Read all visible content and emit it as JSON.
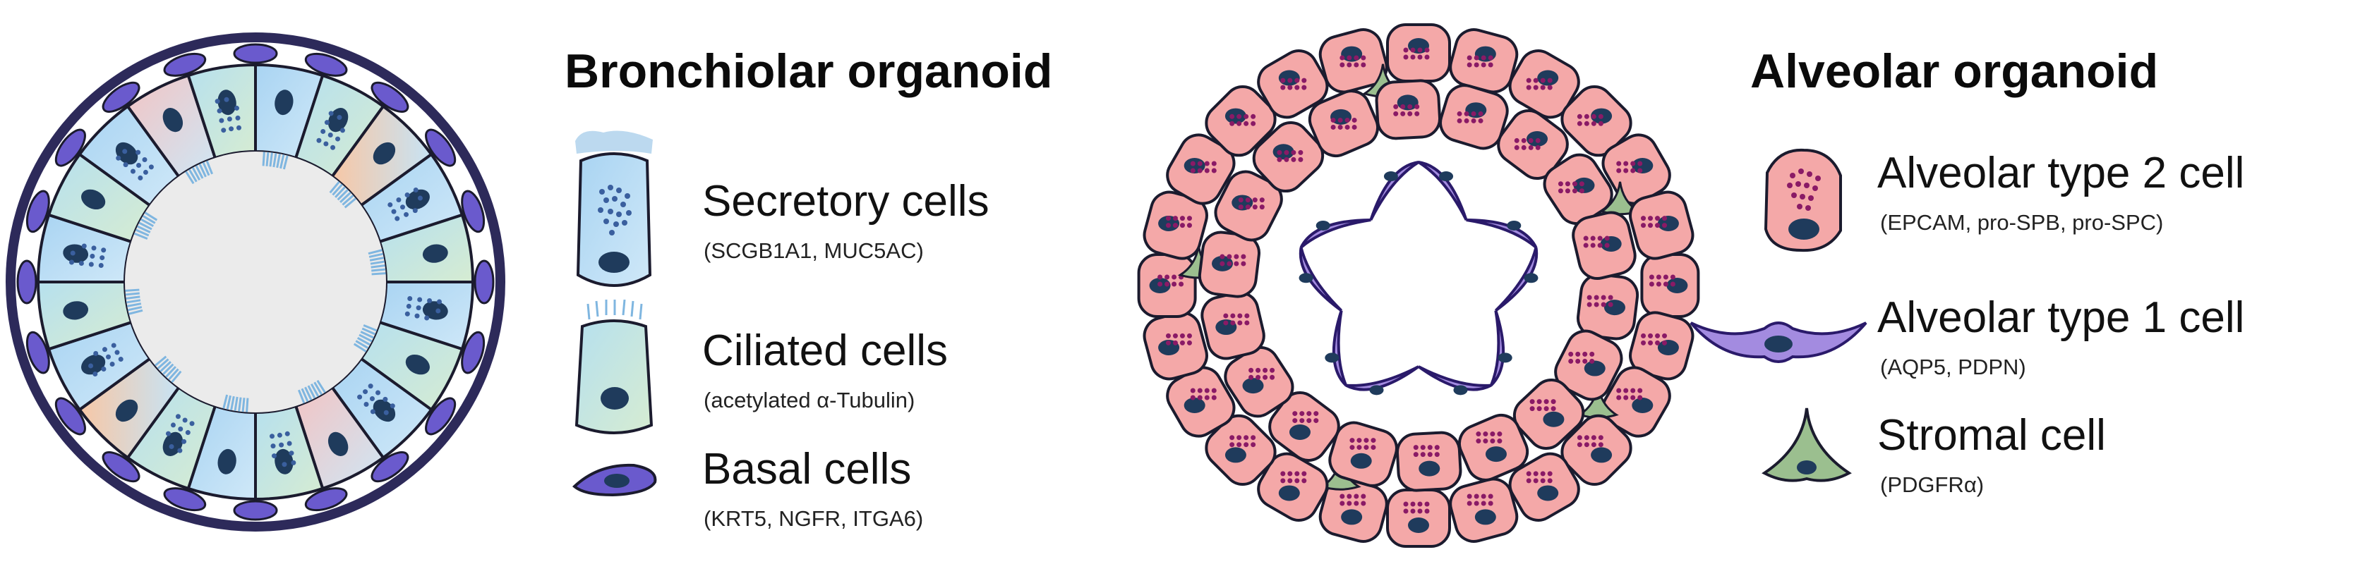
{
  "bronchiolar": {
    "title": "Bronchiolar organoid",
    "items": [
      {
        "name": "Secretory cells",
        "markers": "(SCGB1A1, MUC5AC)",
        "icon": "secretory-cell-icon"
      },
      {
        "name": "Ciliated cells",
        "markers": "(acetylated α-Tubulin)",
        "icon": "ciliated-cell-icon"
      },
      {
        "name": "Basal cells",
        "markers": "(KRT5, NGFR, ITGA6)",
        "icon": "basal-cell-icon"
      }
    ]
  },
  "alveolar": {
    "title": "Alveolar organoid",
    "items": [
      {
        "name": "Alveolar type 2 cell",
        "markers": "(EPCAM, pro-SPB, pro-SPC)",
        "icon": "at2-cell-icon"
      },
      {
        "name": "Alveolar type 1 cell",
        "markers": "(AQP5, PDPN)",
        "icon": "at1-cell-icon"
      },
      {
        "name": "Stromal cell",
        "markers": "(PDGFRα)",
        "icon": "stromal-cell-icon"
      }
    ]
  },
  "colors": {
    "outline": "#1b1b2e",
    "basal_fill": "#6a5acd",
    "secretory_fill": "#a9d4f2",
    "ciliated_fill": "#bfe6e8",
    "nucleus": "#1f3b5c",
    "granule_blue": "#3a5f9e",
    "at2_fill": "#f4a8a8",
    "at2_granule": "#8a1a66",
    "at1_fill": "#a38be0",
    "stromal_fill": "#9bbf8f",
    "lumen": "#ebebeb"
  }
}
